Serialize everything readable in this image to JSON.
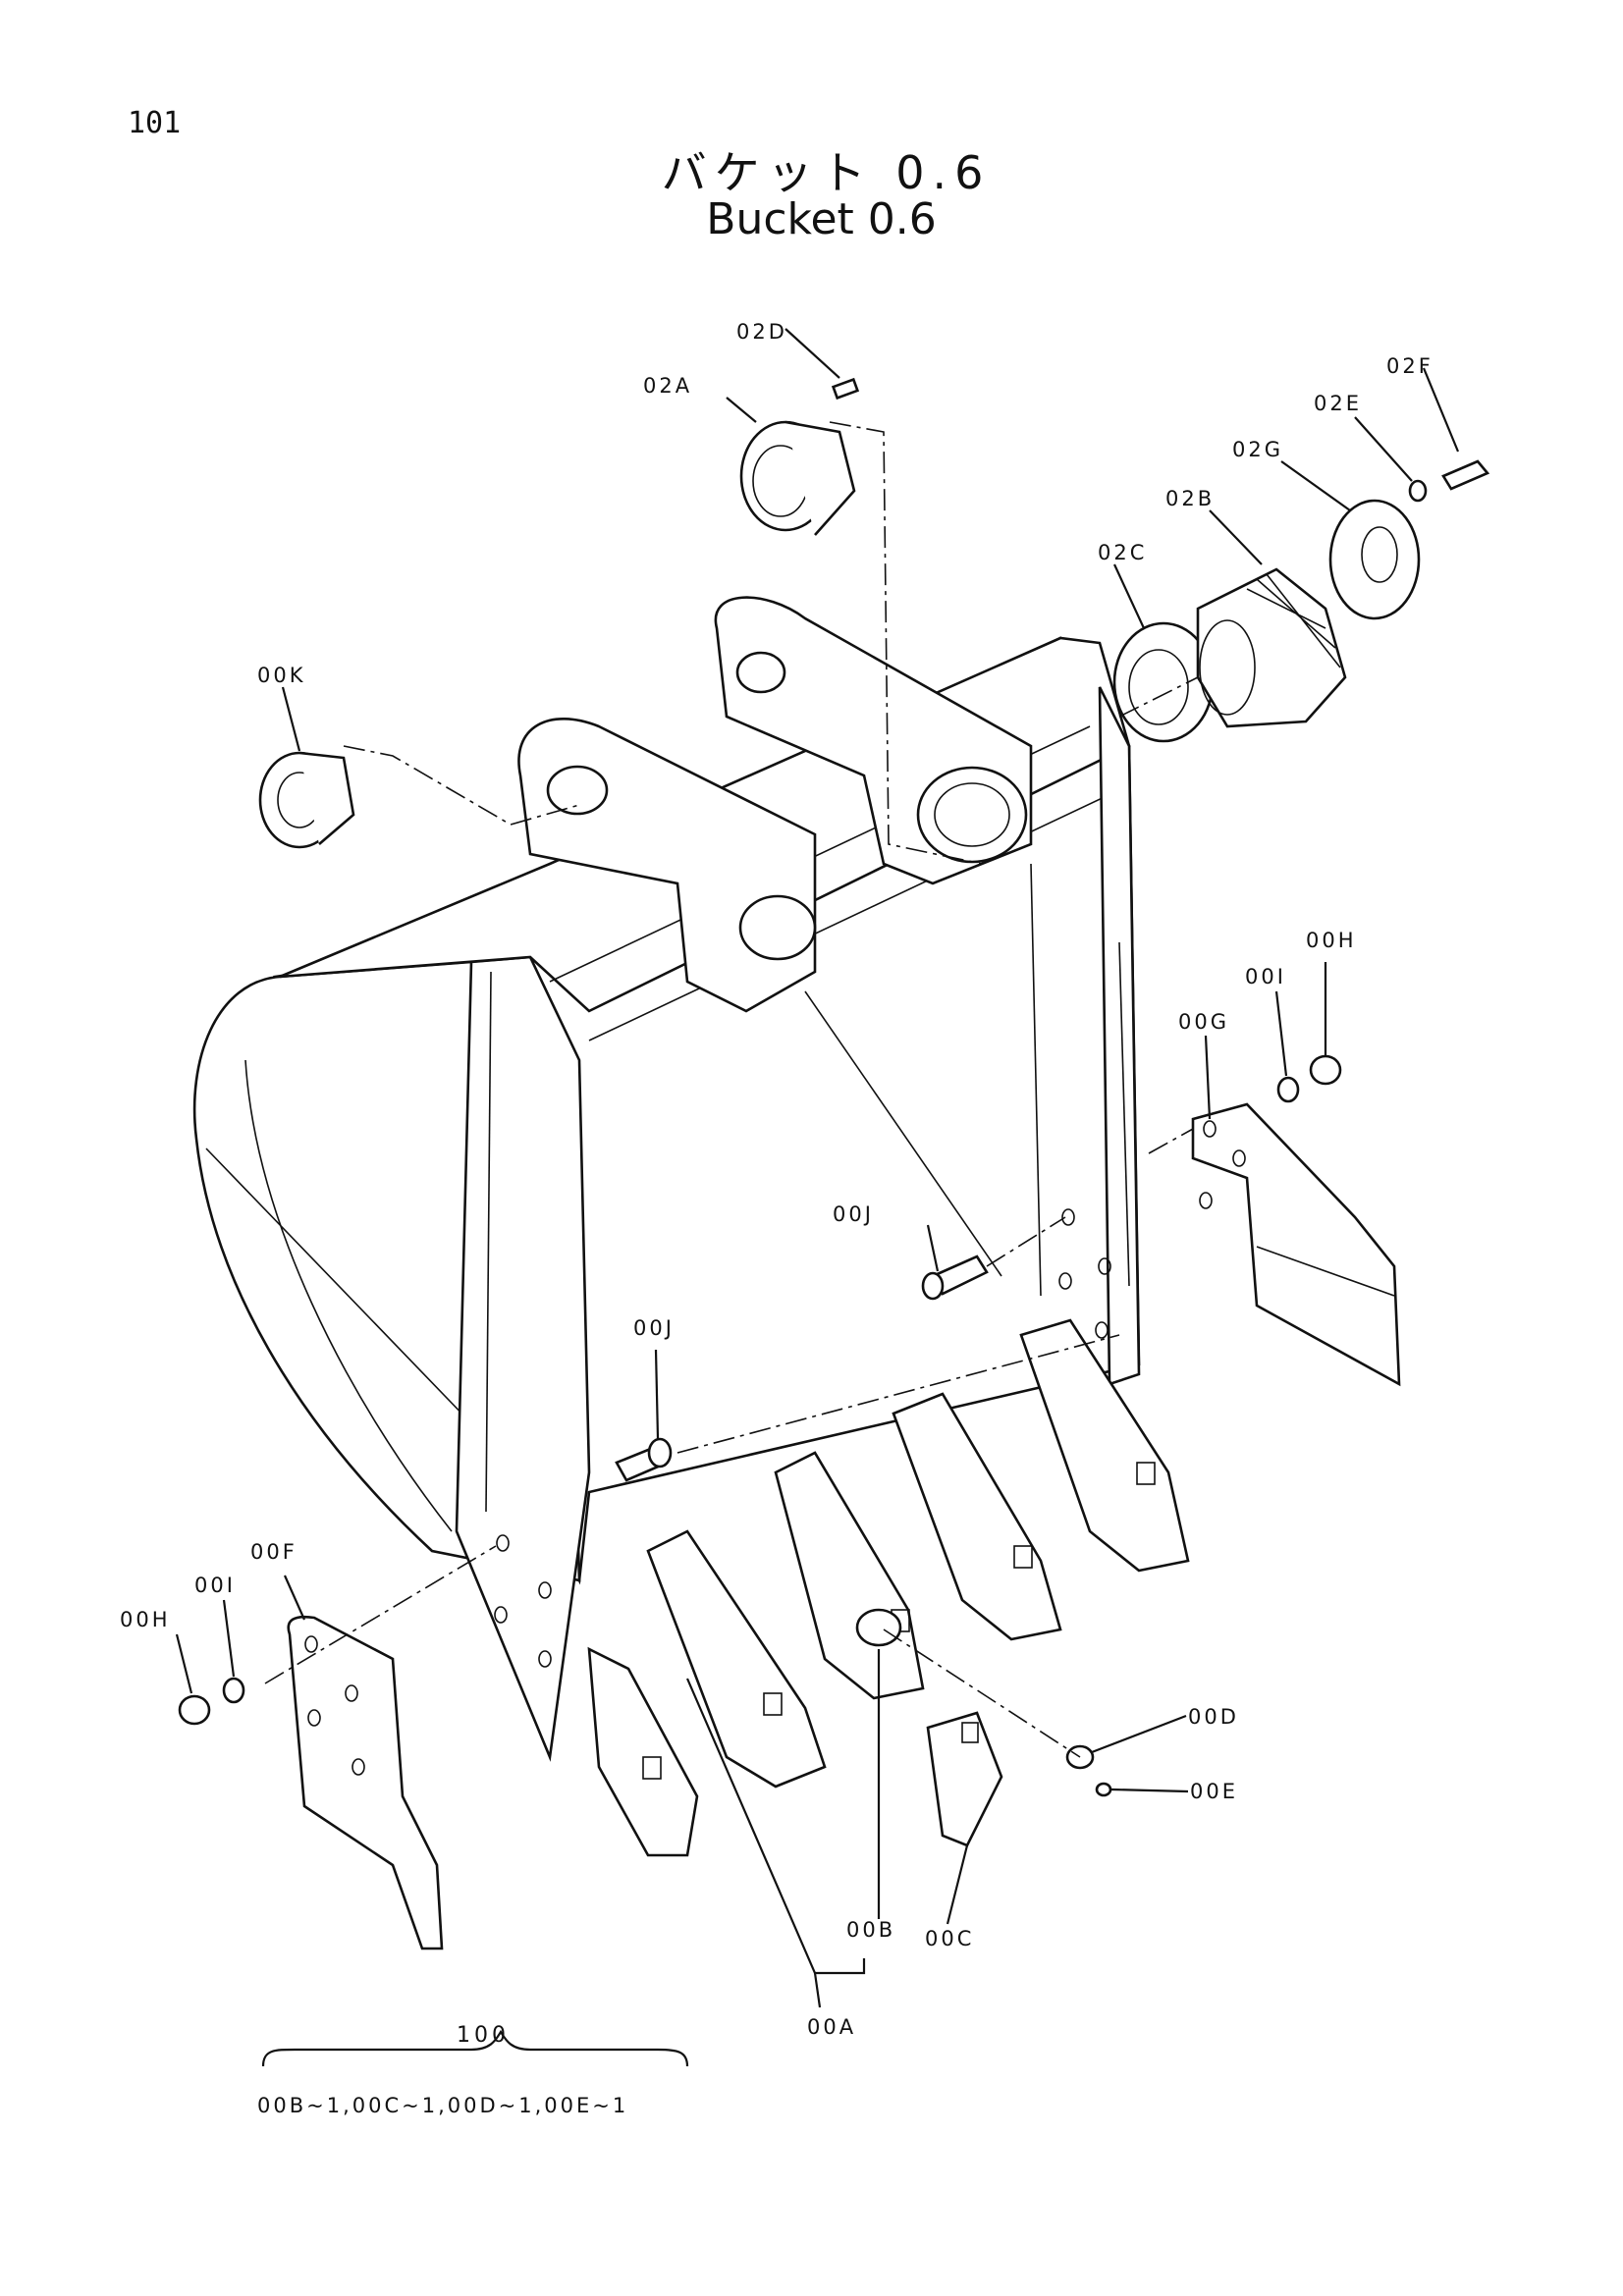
{
  "page": {
    "number": "101"
  },
  "title": {
    "japanese": "バケット 0.6",
    "english": "Bucket 0.6"
  },
  "labels": {
    "l02D": "02D",
    "l02A": "02A",
    "l02F": "02F",
    "l02E": "02E",
    "l02G": "02G",
    "l02B": "02B",
    "l02C": "02C",
    "l00K": "00K",
    "l00H_right": "00H",
    "l00I_right": "00I",
    "l00G": "00G",
    "l00J_upper": "00J",
    "l00J_lower": "00J",
    "l00F": "00F",
    "l00I_left": "00I",
    "l00H_left": "00H",
    "l00D": "00D",
    "l00E": "00E",
    "l00B": "00B",
    "l00C": "00C",
    "l00A": "00A"
  },
  "assembly": {
    "number": "100",
    "contents": "00B~1,00C~1,00D~1,00E~1"
  }
}
